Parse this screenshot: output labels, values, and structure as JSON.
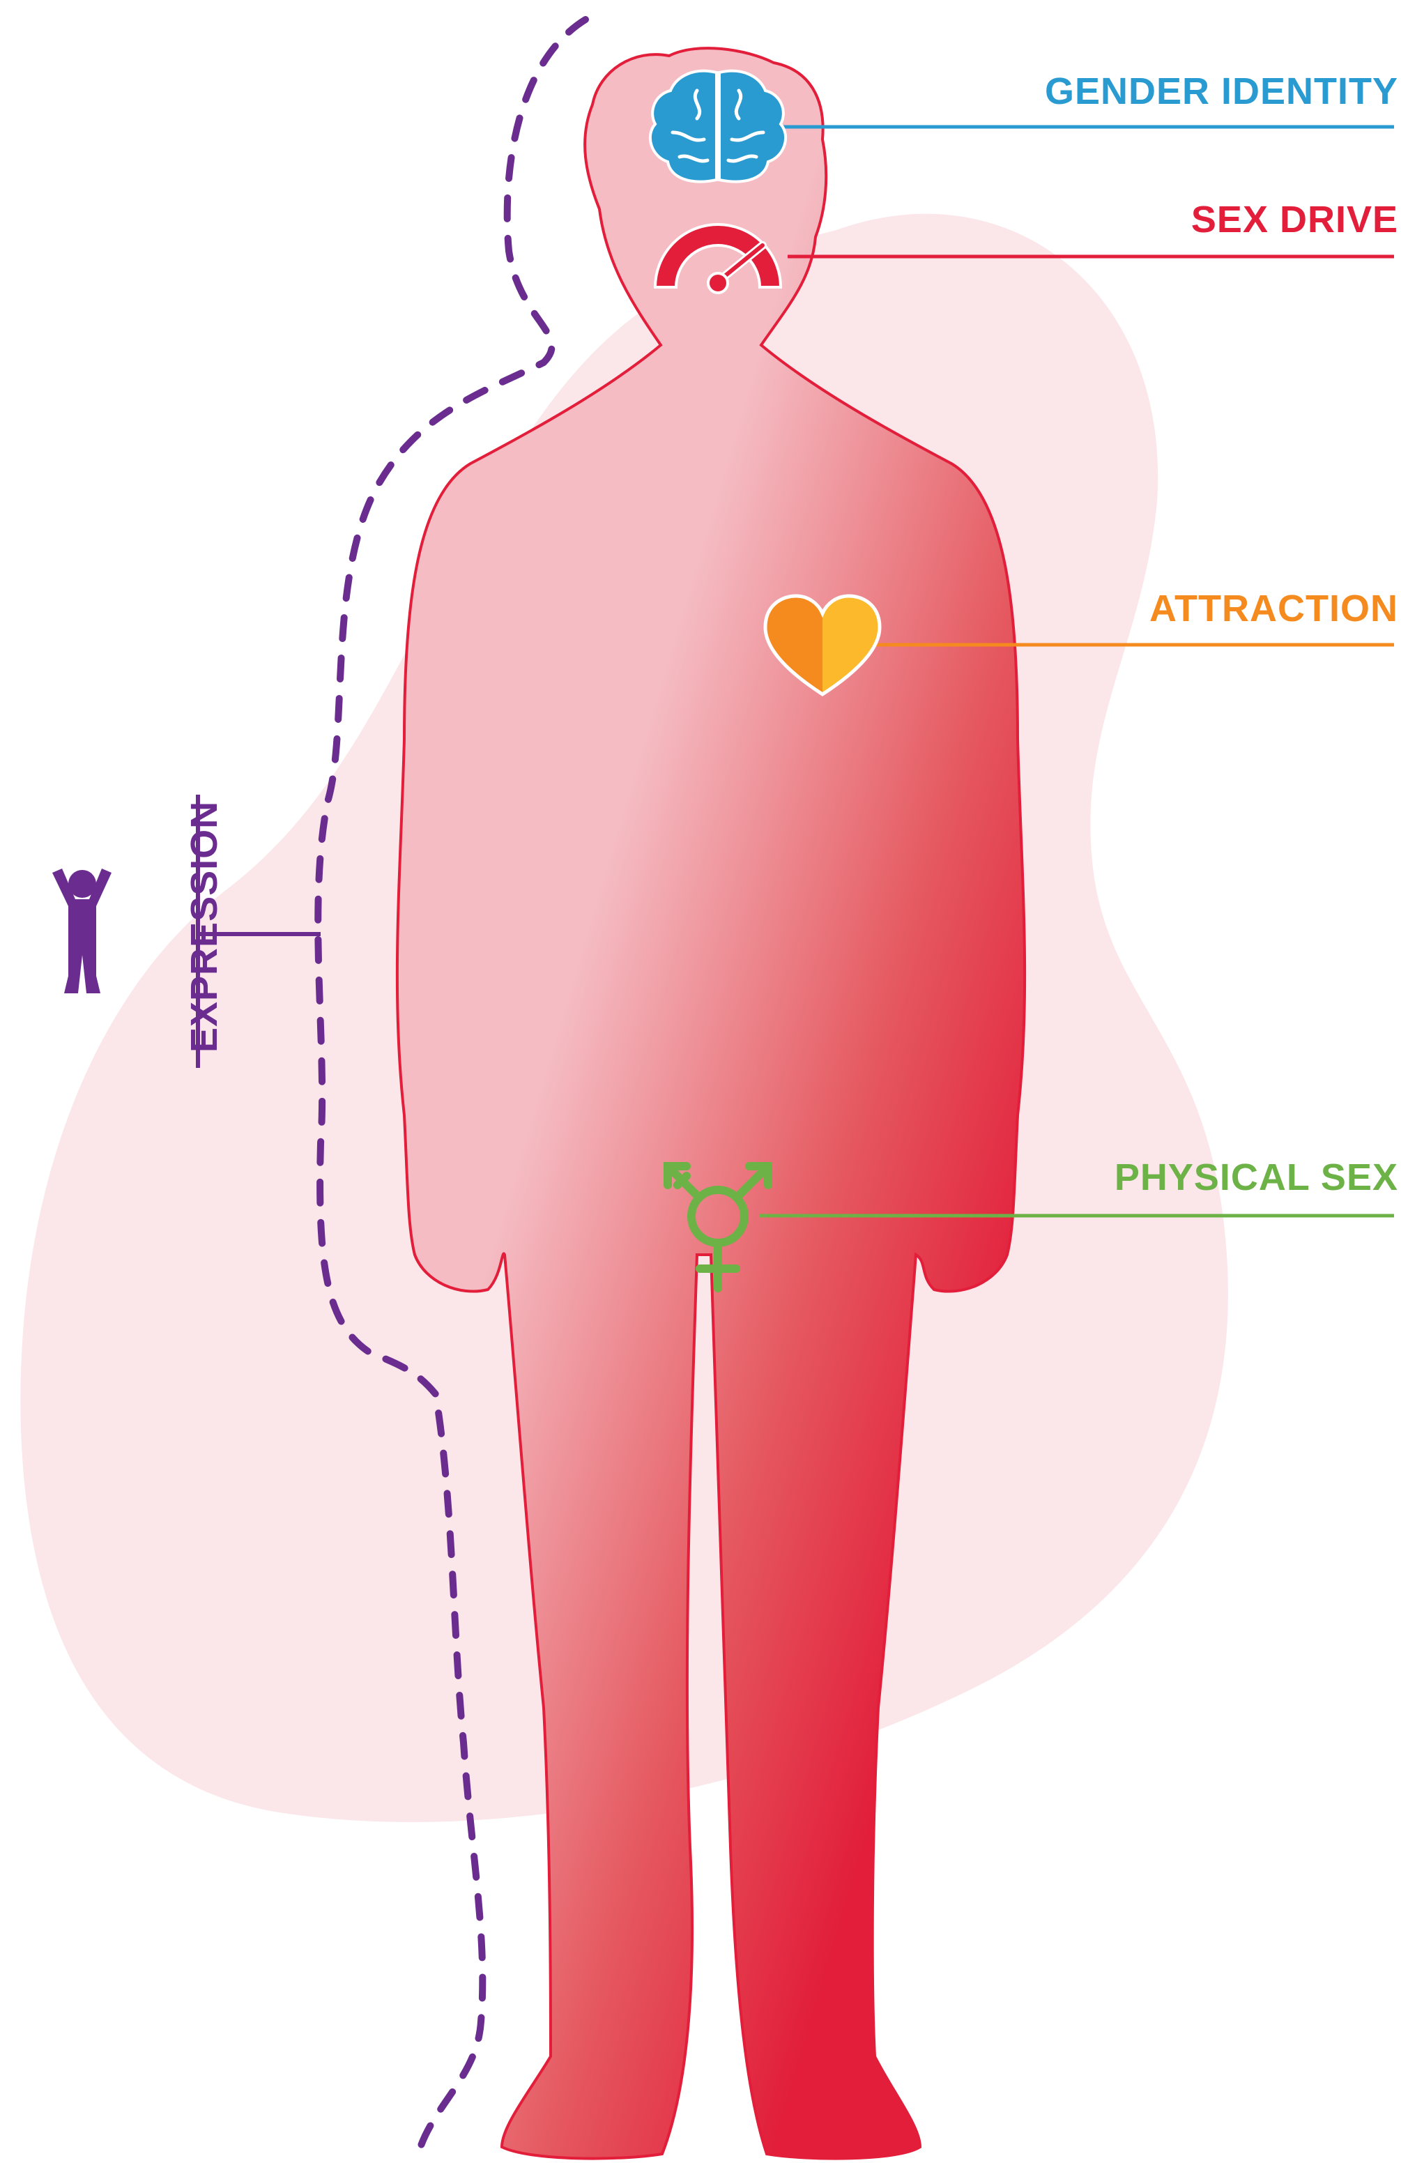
{
  "labels": {
    "gender_identity": "GENDER IDENTITY",
    "sex_drive": "SEX DRIVE",
    "attraction": "ATTRACTION",
    "physical_sex": "PHYSICAL SEX",
    "expression": "EXPRESSION"
  },
  "colors": {
    "gender_identity": "#2a9bd1",
    "sex_drive": "#e21e3a",
    "attraction": "#f58a1f",
    "attraction_light": "#fbb92b",
    "physical_sex": "#6db247",
    "expression": "#6a2d8f",
    "body_light": "#f5bcc3",
    "body_dark": "#e21e3a",
    "background_blob": "#fbe7e9"
  },
  "icons": {
    "gender_identity": "brain-icon",
    "sex_drive": "gauge-icon",
    "attraction": "heart-icon",
    "physical_sex": "transgender-symbol-icon",
    "expression": "person-arms-raised-icon"
  }
}
